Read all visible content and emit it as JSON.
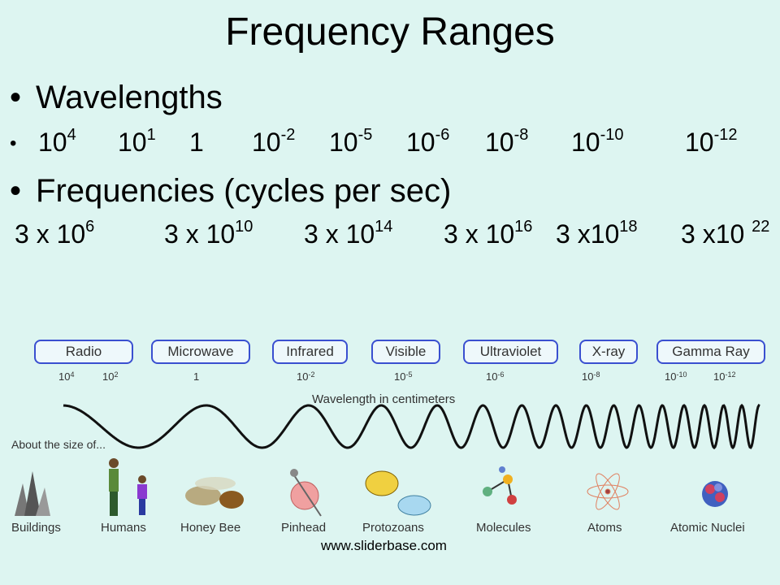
{
  "title": "Frequency Ranges",
  "bullets": {
    "wavelengths": "Wavelengths",
    "frequencies": "Frequencies (cycles per sec)",
    "symbol": "•"
  },
  "wavelength_values": [
    {
      "base": "10",
      "exp": "4"
    },
    {
      "base": "10",
      "exp": "1"
    },
    {
      "base": "1",
      "exp": ""
    },
    {
      "base": "10",
      "exp": "-2"
    },
    {
      "base": "10",
      "exp": "-5"
    },
    {
      "base": "10",
      "exp": "-6"
    },
    {
      "base": "10",
      "exp": "-8"
    },
    {
      "base": "10",
      "exp": "-10"
    },
    {
      "base": "10",
      "exp": "-12"
    }
  ],
  "frequency_values": [
    {
      "base": "3 x 10",
      "exp": "6"
    },
    {
      "base": "3 x 10",
      "exp": "10"
    },
    {
      "base": "3 x 10",
      "exp": "14"
    },
    {
      "base": "3 x 10",
      "exp": "16"
    },
    {
      "base": "3 x10",
      "exp": "18"
    },
    {
      "base": "3 x10 ",
      "exp": "22"
    }
  ],
  "diagram": {
    "bands": [
      "Radio",
      "Microwave",
      "Infrared",
      "Visible",
      "Ultraviolet",
      "X-ray",
      "Gamma Ray"
    ],
    "band_wavelengths": [
      {
        "base": "10",
        "exp": "4"
      },
      {
        "base": "10",
        "exp": "2"
      },
      {
        "base": "1",
        "exp": ""
      },
      {
        "base": "10",
        "exp": "-2"
      },
      {
        "base": "10",
        "exp": "-5"
      },
      {
        "base": "10",
        "exp": "-6"
      },
      {
        "base": "10",
        "exp": "-8"
      },
      {
        "base": "10",
        "exp": "-10"
      },
      {
        "base": "10",
        "exp": "-12"
      }
    ],
    "axis_label": "Wavelength in centimeters",
    "size_label": "About the size of...",
    "objects": [
      "Buildings",
      "Humans",
      "Honey Bee",
      "Pinhead",
      "Protozoans",
      "Molecules",
      "Atoms",
      "Atomic Nuclei"
    ]
  },
  "footer": "www.sliderbase.com",
  "colors": {
    "background": "#ddf5f1",
    "band_border": "#3a4fd0"
  }
}
